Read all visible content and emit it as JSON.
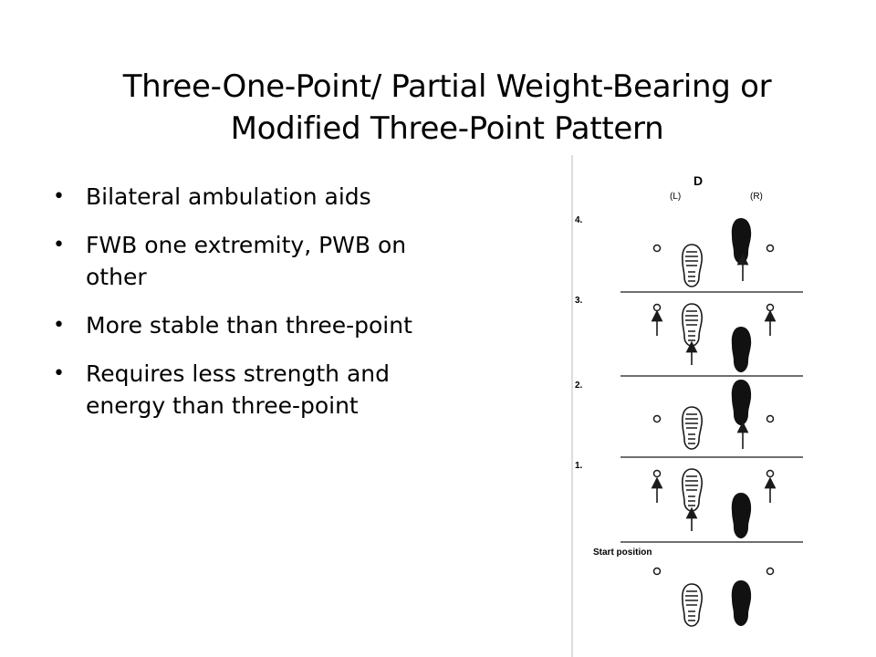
{
  "slide": {
    "title_line1": "Three-One-Point/ Partial Weight-Bearing or",
    "title_line2": "Modified Three-Point Pattern",
    "bullets": [
      "Bilateral ambulation aids",
      "FWB one extremity, PWB on other",
      "More stable than three-point",
      "Requires less strength and energy than three-point"
    ]
  },
  "figure": {
    "panel_label": "D",
    "left_label": "(L)",
    "right_label": "(R)",
    "steps": [
      {
        "label": "4."
      },
      {
        "label": "3."
      },
      {
        "label": "2."
      },
      {
        "label": "1."
      },
      {
        "label": "Start position"
      }
    ]
  },
  "colors": {
    "text": "#000000",
    "background": "#ffffff",
    "figure_ink": "#1a1a1a"
  }
}
